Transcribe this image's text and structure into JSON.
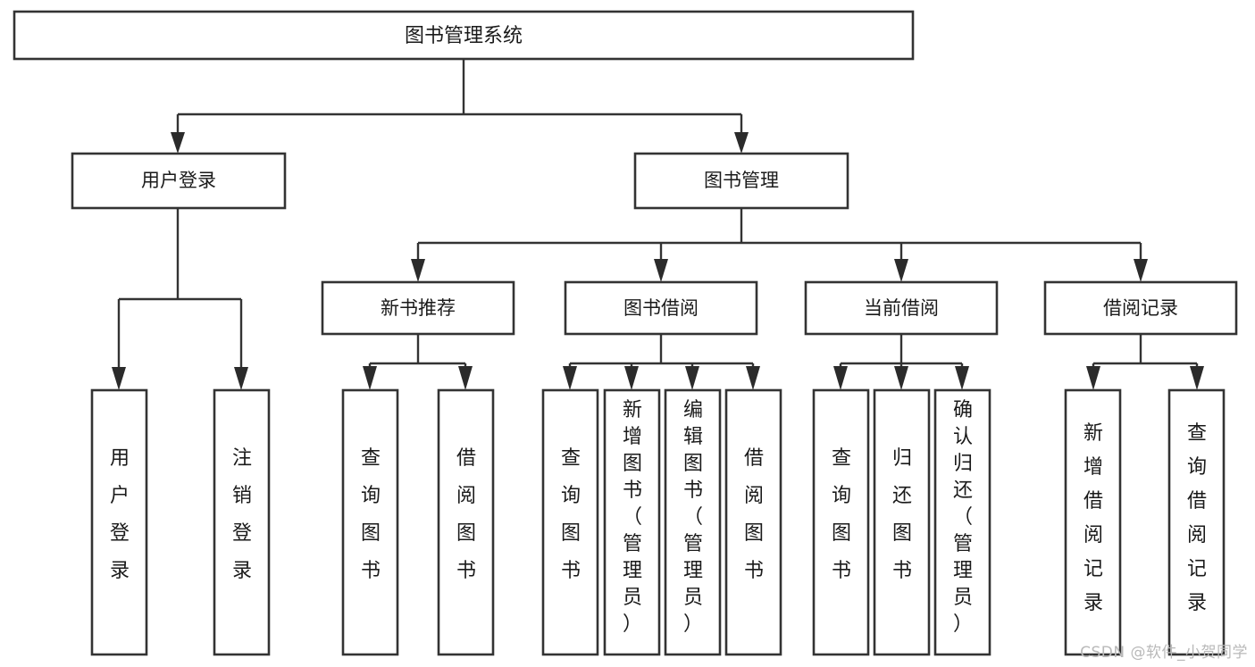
{
  "diagram": {
    "type": "tree",
    "title": "图书管理系统",
    "orientation": "top-down",
    "watermark": "CSDN @软件_小贺同学",
    "colors": {
      "background": "#ffffff",
      "box_fill": "#ffffff",
      "box_stroke": "#333333",
      "text": "#1a1a1a",
      "connector": "#333333",
      "watermark": "#b9b9b9"
    },
    "root": {
      "label": "图书管理系统"
    },
    "level2": [
      {
        "label": "用户登录"
      },
      {
        "label": "图书管理"
      }
    ],
    "level3": [
      {
        "label": "新书推荐"
      },
      {
        "label": "图书借阅"
      },
      {
        "label": "当前借阅"
      },
      {
        "label": "借阅记录"
      }
    ],
    "leaves": {
      "user_login": [
        {
          "label": "用户登录",
          "lines": [
            "用",
            "户",
            "登",
            "录"
          ]
        },
        {
          "label": "注销登录",
          "lines": [
            "注",
            "销",
            "登",
            "录"
          ]
        }
      ],
      "new_book_recommend": [
        {
          "label": "查询图书",
          "lines": [
            "查",
            "询",
            "图",
            "书"
          ]
        },
        {
          "label": "借阅图书",
          "lines": [
            "借",
            "阅",
            "图",
            "书"
          ]
        }
      ],
      "book_borrow": [
        {
          "label": "查询图书",
          "lines": [
            "查",
            "询",
            "图",
            "书"
          ]
        },
        {
          "label": "新增图书（管理员）",
          "lines": [
            "新",
            "增",
            "图",
            "书",
            "（",
            "管",
            "理",
            "员",
            "）"
          ]
        },
        {
          "label": "编辑图书（管理员）",
          "lines": [
            "编",
            "辑",
            "图",
            "书",
            "（",
            "管",
            "理",
            "员",
            "）"
          ]
        },
        {
          "label": "借阅图书",
          "lines": [
            "借",
            "阅",
            "图",
            "书"
          ]
        }
      ],
      "current_borrow": [
        {
          "label": "查询图书",
          "lines": [
            "查",
            "询",
            "图",
            "书"
          ]
        },
        {
          "label": "归还图书",
          "lines": [
            "归",
            "还",
            "图",
            "书"
          ]
        },
        {
          "label": "确认归还（管理员）",
          "lines": [
            "确",
            "认",
            "归",
            "还",
            "（",
            "管",
            "理",
            "员",
            "）"
          ]
        }
      ],
      "borrow_record": [
        {
          "label": "新增借阅记录",
          "lines": [
            "新",
            "增",
            "借",
            "阅",
            "记",
            "录"
          ]
        },
        {
          "label": "查询借阅记录",
          "lines": [
            "查",
            "询",
            "借",
            "阅",
            "记",
            "录"
          ]
        }
      ]
    }
  }
}
